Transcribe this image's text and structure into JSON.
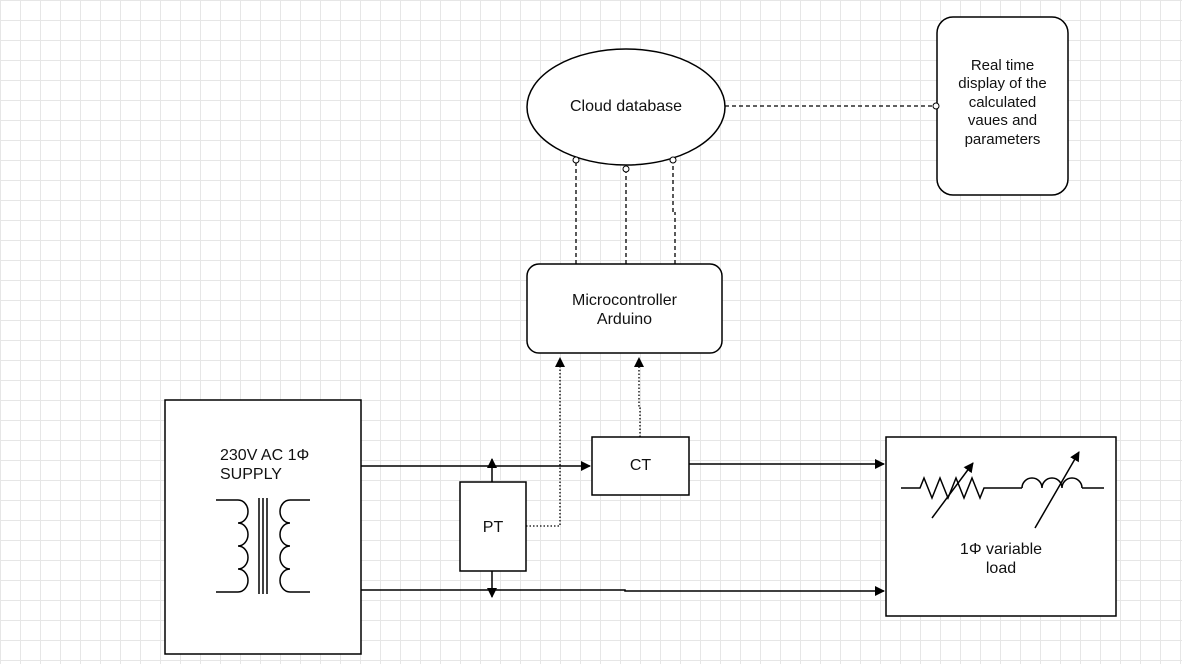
{
  "nodes": {
    "cloud": "Cloud database",
    "display": [
      "Real time",
      "display of the",
      "calculated",
      "vaues and",
      "parameters"
    ],
    "micro": [
      "Microcontroller",
      "Arduino"
    ],
    "supply": [
      "230V AC 1Φ",
      "SUPPLY"
    ],
    "ct": "CT",
    "pt": "PT",
    "load": [
      "1Φ variable",
      "load"
    ]
  },
  "icons": {
    "transformer": "transformer-icon",
    "resistor": "variable-resistor-icon",
    "inductor": "variable-inductor-icon"
  }
}
